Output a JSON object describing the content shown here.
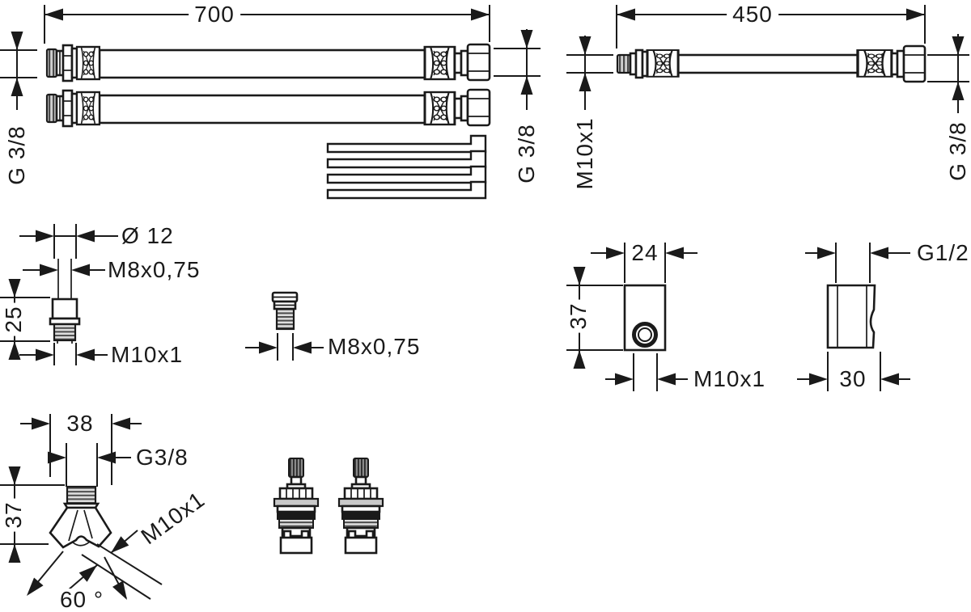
{
  "drawing": {
    "hoses_pair": {
      "length": "700",
      "thread_left": "G 3/8",
      "thread_right": "G 3/8"
    },
    "hose_single": {
      "length": "450",
      "thread_left": "M10x1",
      "thread_right": "G 3/8"
    },
    "pin_connector": {
      "diameter": "Ø 12",
      "thread_top": "M8x0,75",
      "height": "25",
      "thread_bottom": "M10x1"
    },
    "adapter_fitting": {
      "thread": "M8x0,75"
    },
    "block_connector": {
      "width": "24",
      "height": "37",
      "thread": "M10x1"
    },
    "sleeve_nipple": {
      "thread": "G1/2",
      "length": "30"
    },
    "y_connector": {
      "width": "38",
      "thread_top": "G3/8",
      "height": "37",
      "thread_outlet": "M10x1",
      "angle": "60 °"
    }
  },
  "colors": {
    "line": "#1a1a1a",
    "hatch_dark": "#4a4a4a",
    "hatch_bg": "#cfcfcf",
    "knurl": "#2a2a2a",
    "background": "#ffffff"
  }
}
